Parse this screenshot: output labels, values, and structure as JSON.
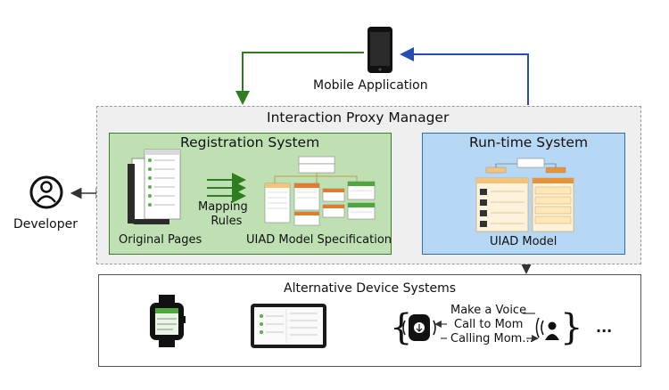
{
  "mobile": {
    "label": "Mobile Application"
  },
  "proxy": {
    "title": "Interaction Proxy Manager"
  },
  "registration": {
    "title": "Registration System",
    "original_pages": "Original Pages",
    "mapping_rules_line1": "Mapping",
    "mapping_rules_line2": "Rules",
    "uiad_spec": "UIAD Model Specification"
  },
  "runtime": {
    "title": "Run-time System",
    "uiad_model": "UIAD Model"
  },
  "developer": {
    "label": "Developer"
  },
  "alternative": {
    "title": "Alternative Device Systems",
    "voice_line1": "Make a Voice",
    "voice_line2": "Call to Mom",
    "voice_line3": "Calling Mom...",
    "more": "..."
  },
  "icons": {
    "phone": "smartphone-icon",
    "developer": "user-circle-icon",
    "watch": "smartwatch-icon",
    "tablet": "tablet-icon",
    "speaker": "smart-speaker-icon",
    "voice_user": "speaking-user-icon"
  },
  "colors": {
    "green_arrow": "#2e7d1e",
    "blue_arrow": "#2350b0",
    "registration_fill": "#bfe0b3",
    "runtime_fill": "#b7d8f5",
    "proxy_fill": "#efefef"
  }
}
